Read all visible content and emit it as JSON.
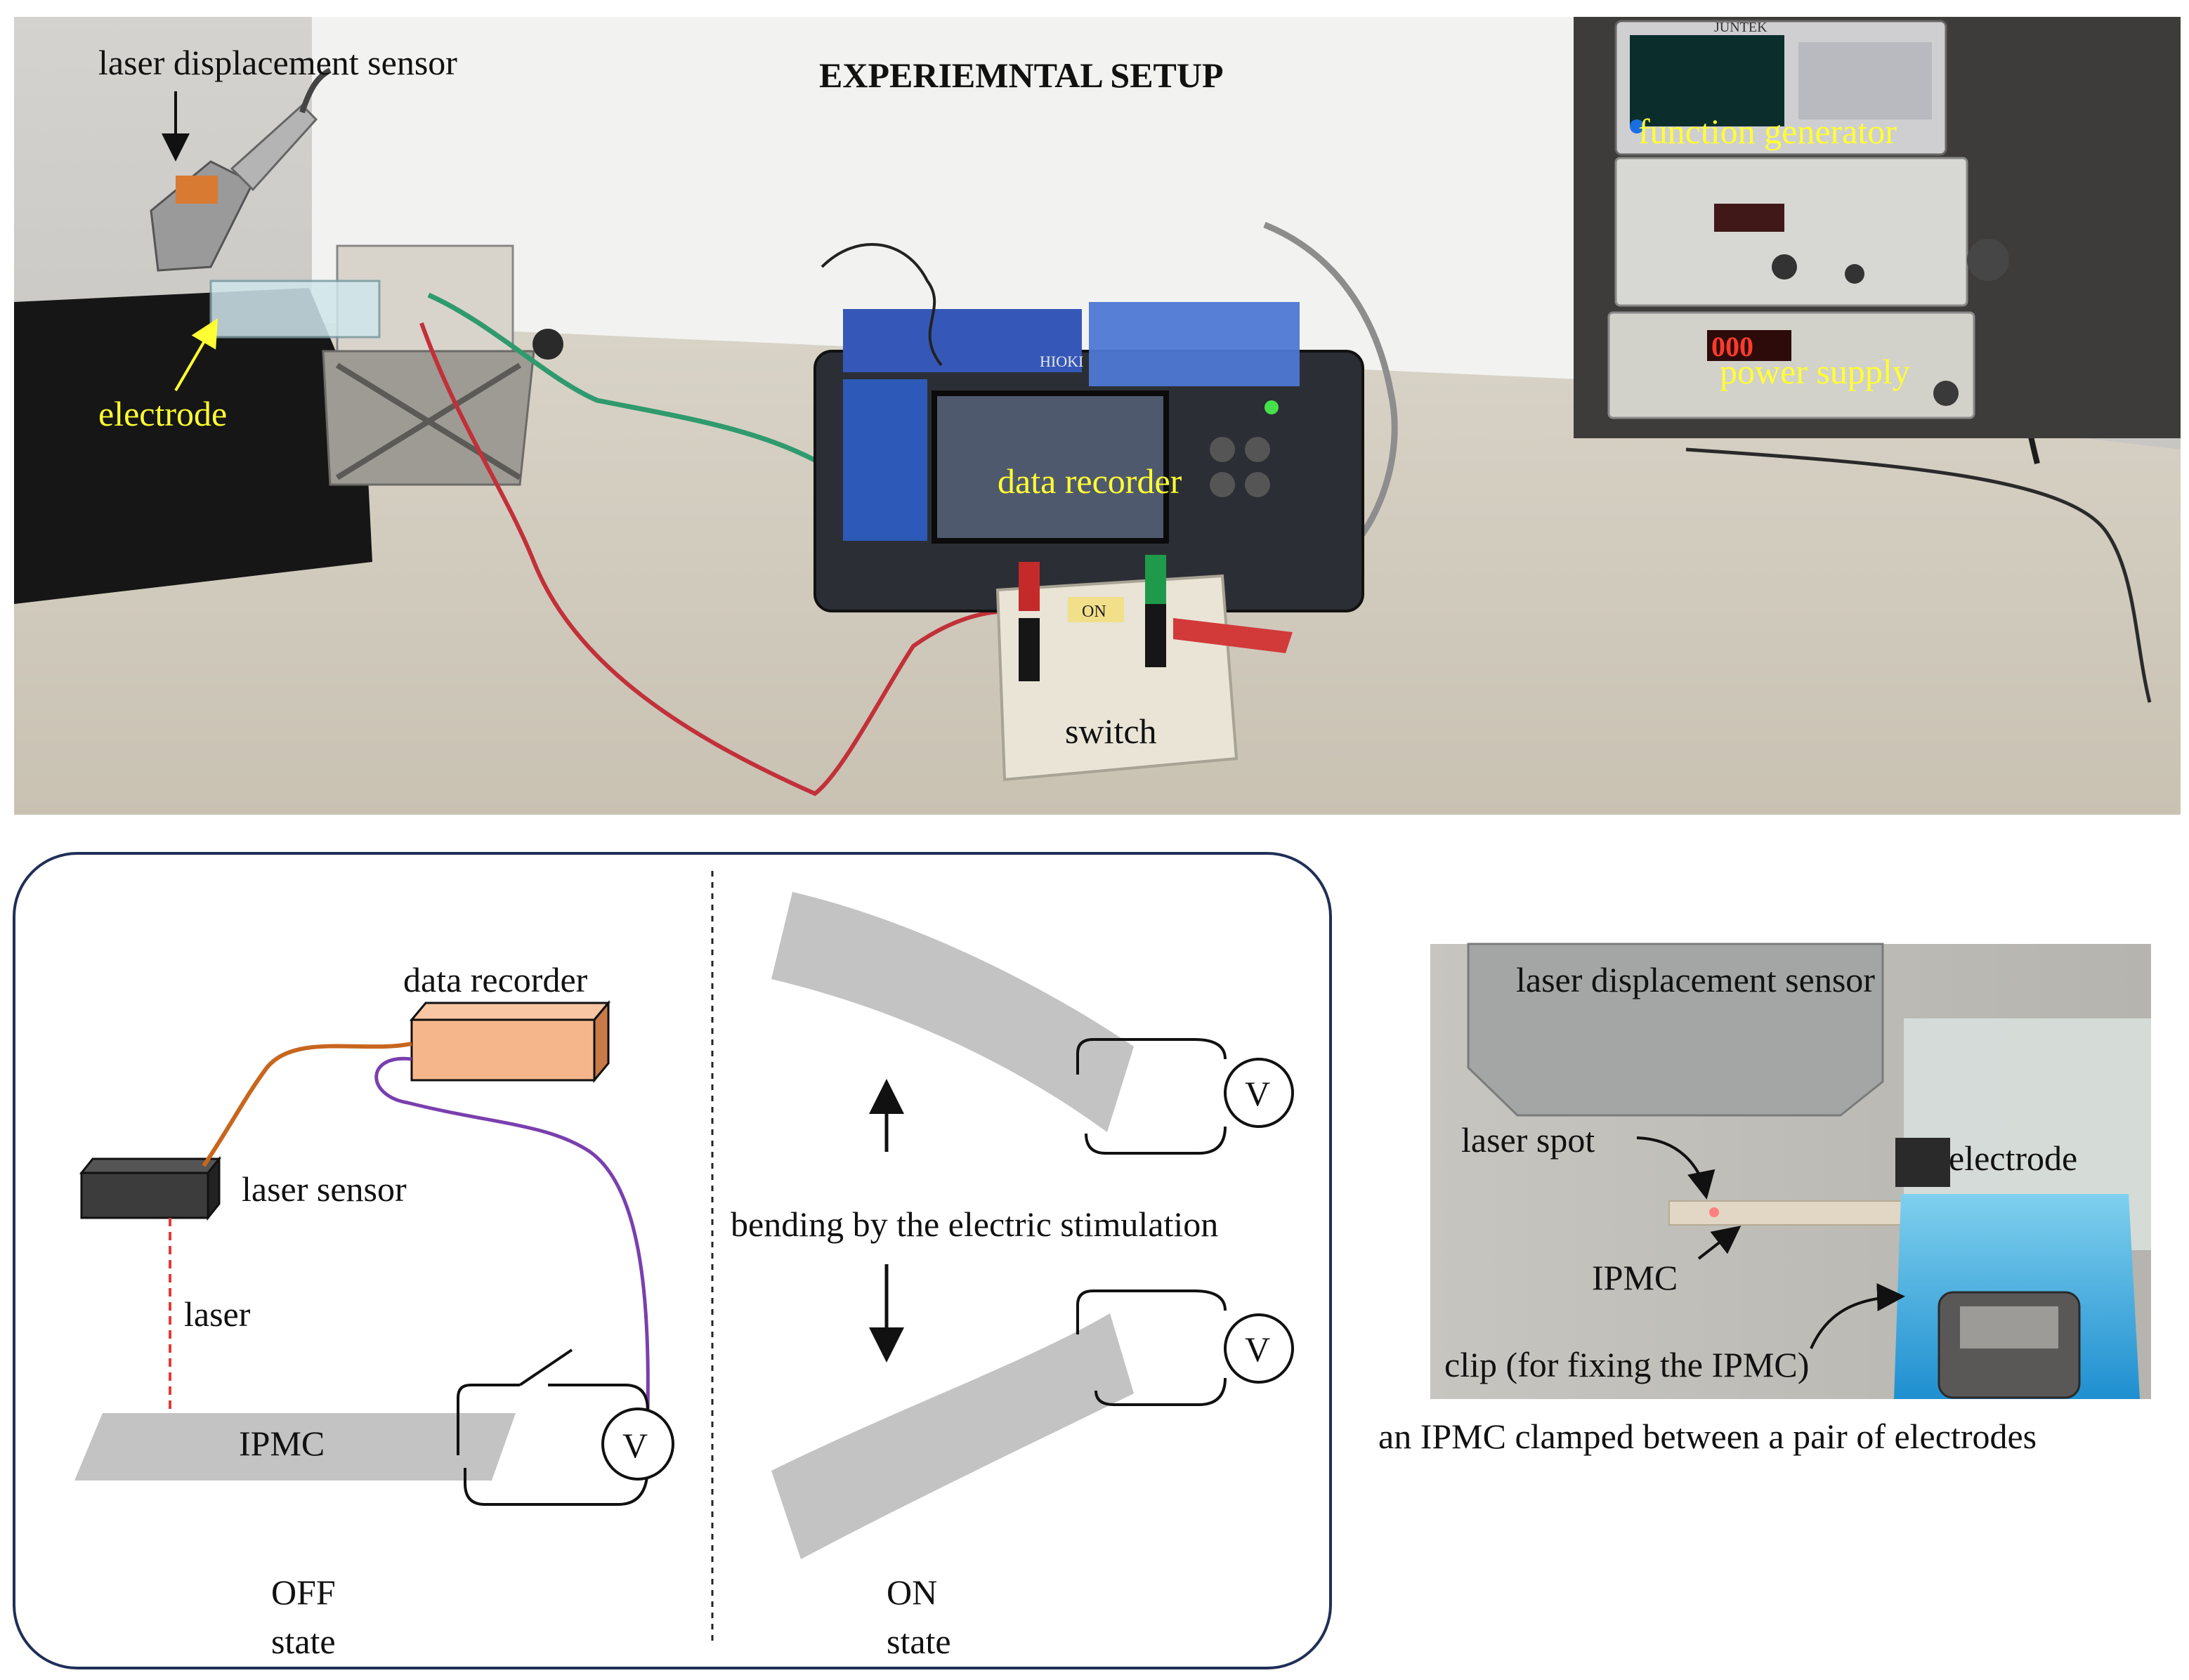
{
  "photo": {
    "title": "EXPERIEMNTAL SETUP",
    "labels": {
      "laser_sensor": "laser displacement sensor",
      "electrode": "electrode",
      "data_recorder": "data recorder",
      "function_generator": "function generator",
      "power_supply": "power supply",
      "switch": "switch"
    },
    "device_text": {
      "switch_on": "ON",
      "power_display": "000",
      "recorder_brand": "HIOKI",
      "fg_brand": "JUNTEK"
    }
  },
  "schematic": {
    "off_panel": {
      "data_recorder": "data recorder",
      "laser_sensor": "laser sensor",
      "laser": "laser",
      "ipmc": "IPMC",
      "voltmeter": "V",
      "state_line1": "OFF",
      "state_line2": "state"
    },
    "on_panel": {
      "caption": "bending by the electric stimulation",
      "voltmeter_top": "V",
      "voltmeter_bottom": "V",
      "state_line1": "ON",
      "state_line2": "state"
    }
  },
  "closeup": {
    "laser_sensor": "laser displacement sensor",
    "laser_spot": "laser spot",
    "electrode": "electrode",
    "ipmc": "IPMC",
    "clip": "clip (for fixing the IPMC)",
    "caption": "an IPMC clamped between a pair of electrodes"
  },
  "colors": {
    "frame_border": "#1f2f57",
    "ipmc_gray": "#c3c3c3",
    "sensor_dark": "#3c3c3c",
    "recorder_orange": "#f6b68b",
    "orange_wire": "#c8661e",
    "purple_wire": "#7a3fae",
    "laser_red": "#e23a3a",
    "photo_label_yellow": "#ffff33"
  }
}
